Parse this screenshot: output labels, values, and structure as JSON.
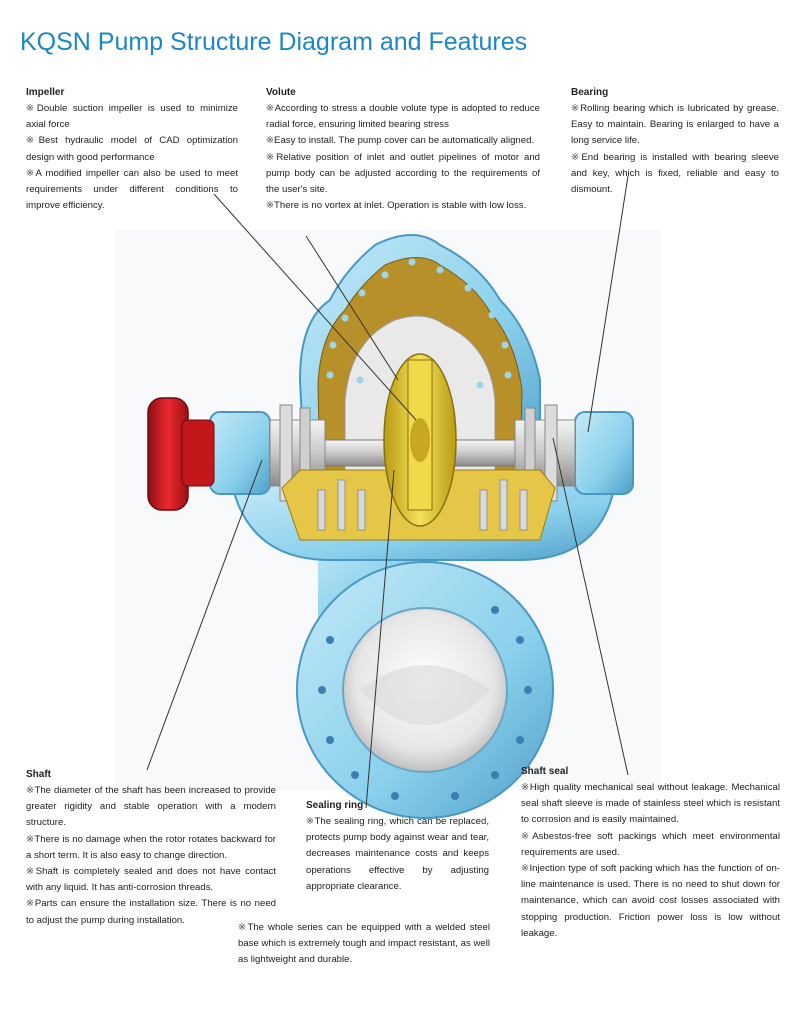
{
  "title": "KQSN Pump Structure Diagram and Features",
  "mark": "※",
  "sections": {
    "impeller": {
      "heading": "Impeller",
      "items": [
        "Double suction impeller is used to minimize axial force",
        "Best hydraulic model of CAD optimization design with good performance",
        "A modified impeller can also be used to meet requirements under different conditions to improve efficiency."
      ]
    },
    "volute": {
      "heading": "Volute",
      "items": [
        "According to stress a double volute type is adopted to reduce radial force, ensuring limited bearing stress",
        "Easy to install. The pump cover can be automatically aligned.",
        "Relative position of inlet and outlet pipelines of motor and pump body can be adjusted according to the requirements of the user's site.",
        "There is no vortex at inlet. Operation is stable with low loss."
      ]
    },
    "bearing": {
      "heading": "Bearing",
      "items": [
        "Rolling bearing which is lubricated by grease. Easy to maintain. Bearing is enlarged to have a long service life.",
        "End bearing is installed with bearing sleeve and key, which is fixed, reliable and easy to dismount."
      ]
    },
    "shaft": {
      "heading": "Shaft",
      "items": [
        "The diameter of the shaft has been increased to provide greater rigidity and stable operation with a modern structure.",
        "There is no damage when the rotor rotates backward for a short term. It is also easy to change direction.",
        "Shaft is completely sealed and does not have contact with any liquid. It has anti-corrosion threads.",
        "Parts can ensure the installation size. There is no need to adjust the pump during installation."
      ]
    },
    "sealing_ring": {
      "heading": "Sealing ring",
      "items": [
        "The sealing ring, which can be replaced, protects pump body against wear and tear, decreases maintenance costs and keeps operations effective by adjusting appropriate clearance."
      ]
    },
    "shaft_seal": {
      "heading": "Shaft seal",
      "items": [
        "High quality mechanical seal without leakage. Mechanical seal shaft sleeve is made of stainless steel which is resistant to corrosion and is easily maintained.",
        "Asbestos-free soft packings which meet environmental requirements are used.",
        "Injection type of soft packing which has the function of on-line maintenance is used. There is no need to shut down for maintenance, which can avoid cost losses associated with stopping production. Friction power loss is low without leakage."
      ]
    }
  },
  "footnote": "The whole series can be equipped with a welded steel base which is extremely tough and impact resistant, as well as lightweight and durable.",
  "colors": {
    "title": "#1d86c6",
    "casing_blue": "#8fd0ea",
    "cutaway_section": "#b8902a",
    "impeller_yellow": "#e5cf3c",
    "coupling_red": "#d51f26",
    "metal_grey": "#c8c8c8"
  }
}
